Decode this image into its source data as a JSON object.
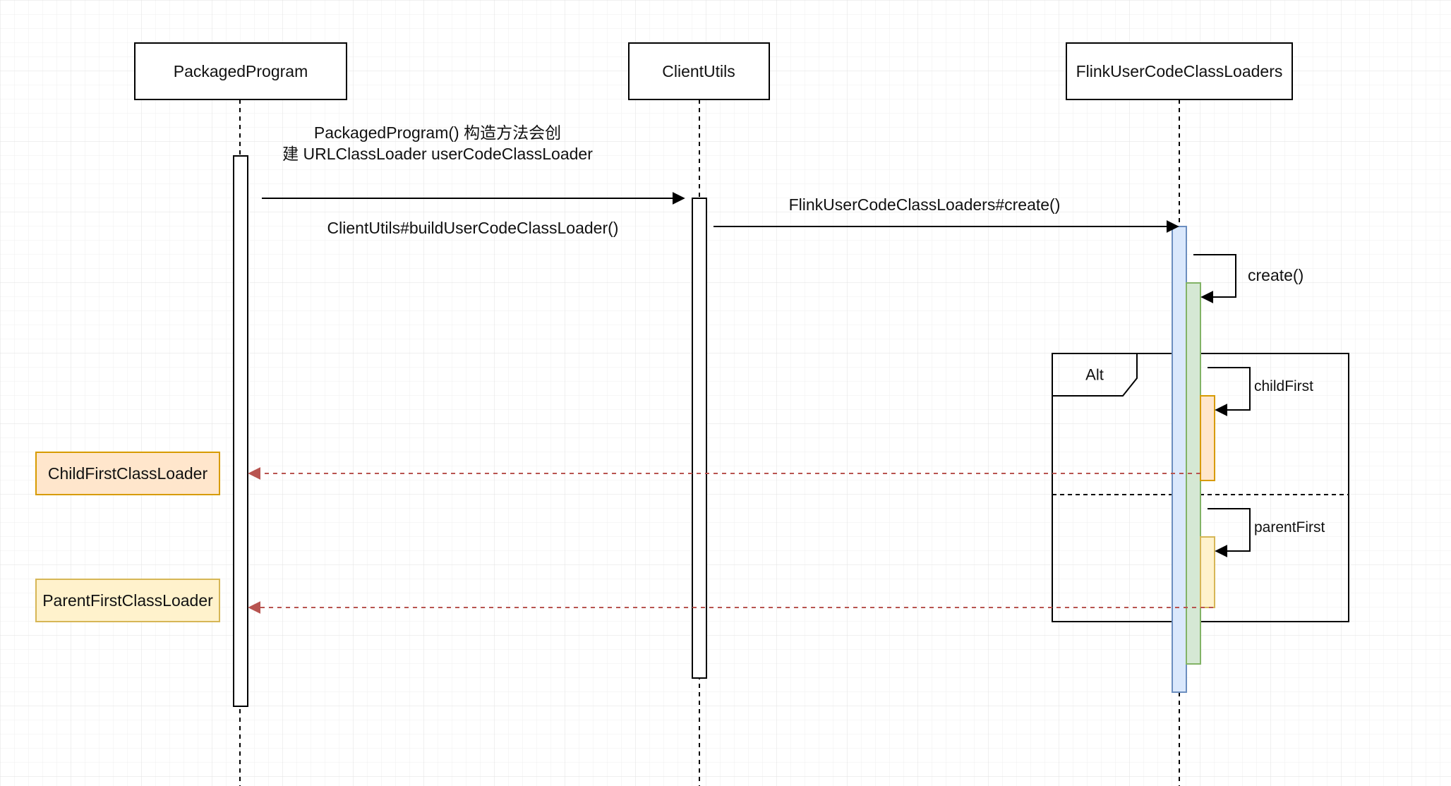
{
  "participants": {
    "packaged_program": "PackagedProgram",
    "client_utils": "ClientUtils",
    "flink_loaders": "FlinkUserCodeClassLoaders"
  },
  "messages": {
    "note_line1": "PackagedProgram() 构造方法会创",
    "note_line2": "建 URLClassLoader userCodeClassLoader",
    "build_loader": "ClientUtils#buildUserCodeClassLoader()",
    "flink_create": "FlinkUserCodeClassLoaders#create()",
    "self_create": "create()",
    "child_first": "childFirst",
    "parent_first": "parentFirst"
  },
  "fragment": {
    "label": "Alt"
  },
  "results": {
    "child_first_loader": "ChildFirstClassLoader",
    "parent_first_loader": "ParentFirstClassLoader"
  },
  "colors": {
    "blue_fill": "#dae8fc",
    "blue_stroke": "#6c8ebf",
    "green_fill": "#d5e8d4",
    "green_stroke": "#82b366",
    "orange_fill": "#ffe6cc",
    "orange_stroke": "#d79b00",
    "yellow_fill": "#fff2cc",
    "yellow_stroke": "#d6b656",
    "return_arrow": "#b85450"
  }
}
